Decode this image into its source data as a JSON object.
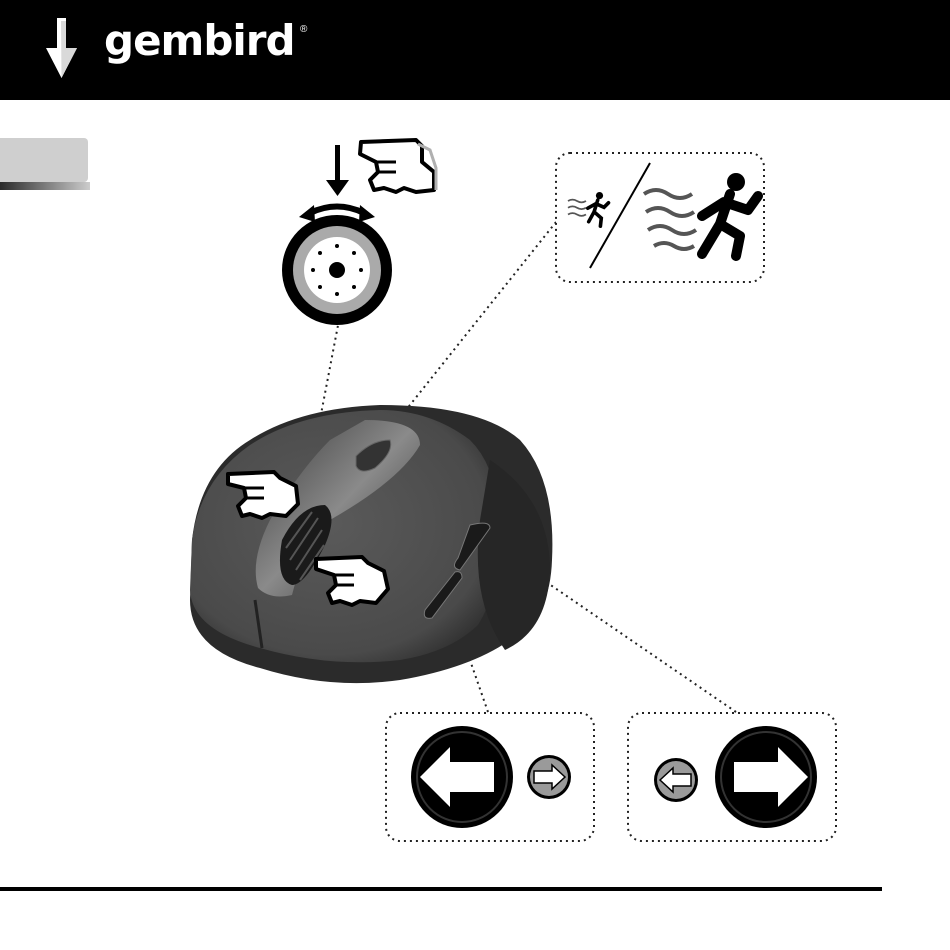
{
  "brand": {
    "name": "gembird",
    "registered_mark": "®"
  },
  "colors": {
    "header_background": "#000000",
    "brand_text": "#ffffff",
    "mouse_body": "#4a4a4a",
    "language_tab": "#cfcfcf"
  },
  "language_tab": {
    "label": ""
  },
  "callouts": [
    {
      "name": "scroll-wheel",
      "icons": [
        "arrow-down-icon",
        "rotate-arrows-icon",
        "pointing-hand-icon",
        "scroll-wheel-icon"
      ]
    },
    {
      "name": "dpi-switch",
      "icons": [
        "slow-runner-icon",
        "fast-runner-icon"
      ]
    },
    {
      "name": "back-button",
      "icons": [
        "big-left-arrow-icon",
        "small-right-arrow-icon"
      ]
    },
    {
      "name": "forward-button",
      "icons": [
        "small-left-arrow-icon",
        "big-right-arrow-icon"
      ]
    }
  ]
}
